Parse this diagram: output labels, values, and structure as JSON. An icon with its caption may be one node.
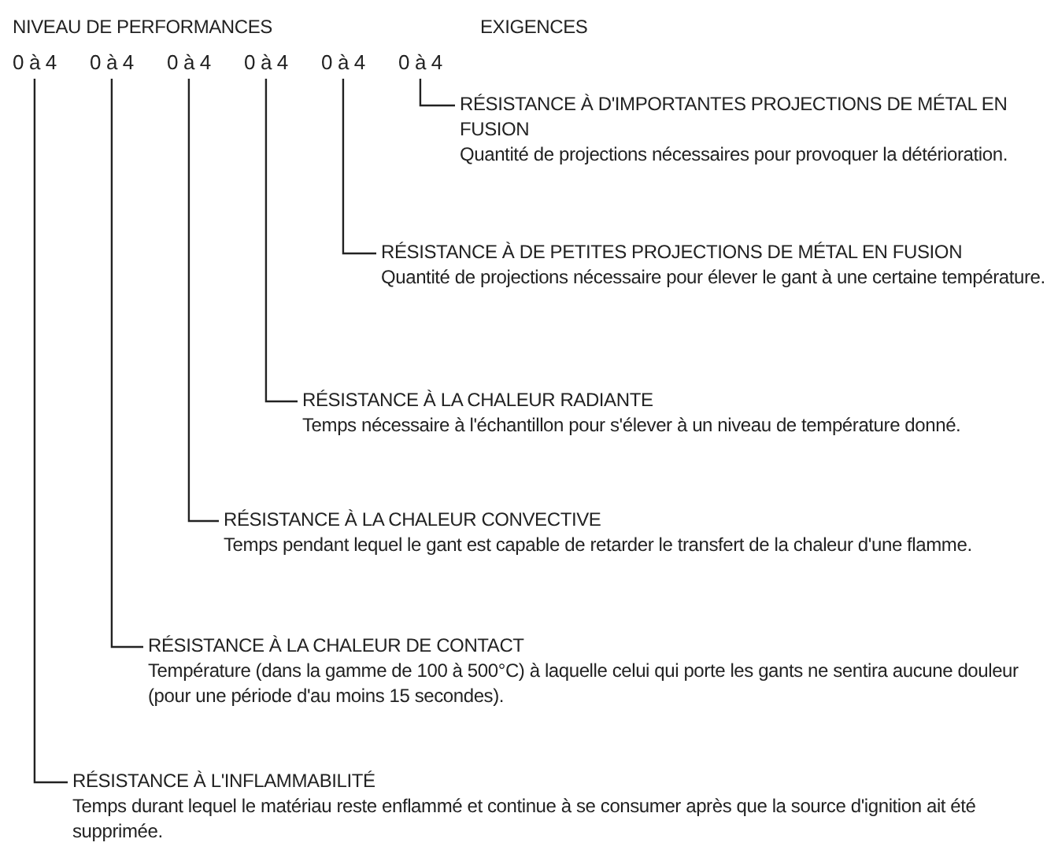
{
  "diagram": {
    "nodes": [
      {
        "text": [
          "0 à 4"
        ]
      },
      {
        "text": [
          "0 à 4"
        ]
      },
      {
        "text": [
          "0 à 4"
        ]
      },
      {
        "text": [
          "0 à 4"
        ]
      },
      {
        "text": [
          "0 à 4"
        ]
      },
      {
        "text": [
          "0 à 4"
        ]
      },
      {
        "text": [
          "RÉSISTANCE À D'IMPORTANTES PROJECTIONS DE MÉTAL EN FUSION",
          "Quantité de projections nécessaires pour provoquer la détérioration."
        ]
      },
      {
        "text": [
          "RÉSISTANCE À DE PETITES PROJECTIONS DE MÉTAL EN FUSION",
          "Quantité de projections nécessaire pour élever le gant à une certaine température."
        ]
      },
      {
        "text": [
          "RÉSISTANCE À LA CHALEUR RADIANTE",
          "Temps nécessaire à l'échantillon pour s'élever à un niveau de température donné."
        ]
      },
      {
        "text": [
          "RÉSISTANCE À LA CHALEUR CONVECTIVE",
          "Temps pendant lequel le gant est capable de retarder le transfert de la chaleur d'une flamme."
        ]
      },
      {
        "text": [
          "RÉSISTANCE À LA CHALEUR DE CONTACT",
          "Température (dans la gamme de 100 à 500°C) à laquelle celui qui porte les gants ne sentira aucune douleur (pour une période d'au moins 15 secondes)."
        ]
      },
      {
        "text": [
          "RÉSISTANCE À L'INFLAMMABILITÉ",
          "Temps durant lequel le matériau reste enflammé et continue à se consumer après que la source d'ignition ait été supprimée."
        ]
      }
    ],
    "edges": [
      {
        "from": 5,
        "to": 6,
        "arrow": "none"
      },
      {
        "from": 4,
        "to": 7,
        "arrow": "none"
      },
      {
        "from": 3,
        "to": 8,
        "arrow": "none"
      },
      {
        "from": 2,
        "to": 9,
        "arrow": "none"
      },
      {
        "from": 1,
        "to": 10,
        "arrow": "none"
      },
      {
        "from": 0,
        "to": 11,
        "arrow": "none"
      }
    ],
    "labels": [
      "NIVEAU DE PERFORMANCES",
      "EXIGENCES"
    ]
  }
}
